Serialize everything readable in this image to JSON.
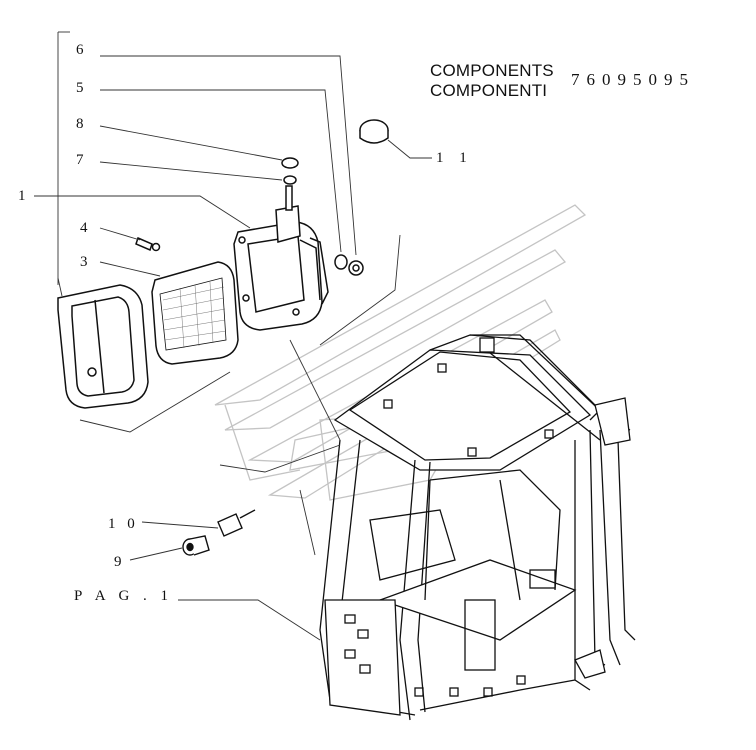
{
  "header": {
    "title_en": "COMPONENTS",
    "title_it": "COMPONENTI",
    "part_number": "76095095"
  },
  "callouts": {
    "c1": "1",
    "c3": "3",
    "c4": "4",
    "c5": "5",
    "c6": "6",
    "c7": "7",
    "c8": "8",
    "c9": "9",
    "c10": "1 0",
    "c11": "1 1",
    "pag": "P A G . 1"
  },
  "colors": {
    "line": "#111111",
    "watermark": "#bdbdbd",
    "leader": "#333333"
  }
}
